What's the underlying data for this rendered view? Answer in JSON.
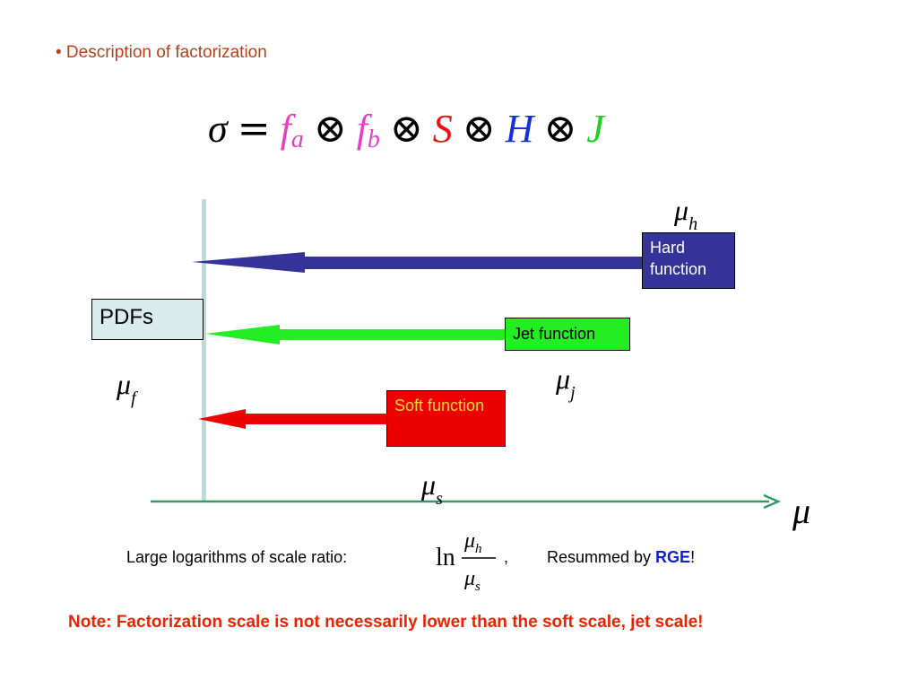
{
  "bullet_text": "• Description of factorization",
  "formula": {
    "sigma": "σ",
    "equals": "=",
    "f": "f",
    "a": "a",
    "b": "b",
    "otimes": "⊗",
    "S": "S",
    "H": "H",
    "J": "J"
  },
  "boxes": {
    "hard": "Hard function",
    "jet": "Jet function",
    "soft": "Soft function",
    "pdfs": "PDFs"
  },
  "scales": {
    "mu": "μ",
    "h": "h",
    "j": "j",
    "f": "f",
    "s": "s"
  },
  "bottom": {
    "large_logs": "Large logarithms of scale ratio:",
    "ln": "ln",
    "comma": ",",
    "resummed": "Resummed by ",
    "rge": "RGE",
    "exclaim": "!"
  },
  "note": "Note: Factorization scale is not necessarily lower than the soft scale, jet scale!",
  "colors": {
    "hard": "#333399",
    "jet": "#22ee22",
    "soft": "#ee0000",
    "axis": "#339966",
    "vertical_line": "#b9dcdc"
  }
}
